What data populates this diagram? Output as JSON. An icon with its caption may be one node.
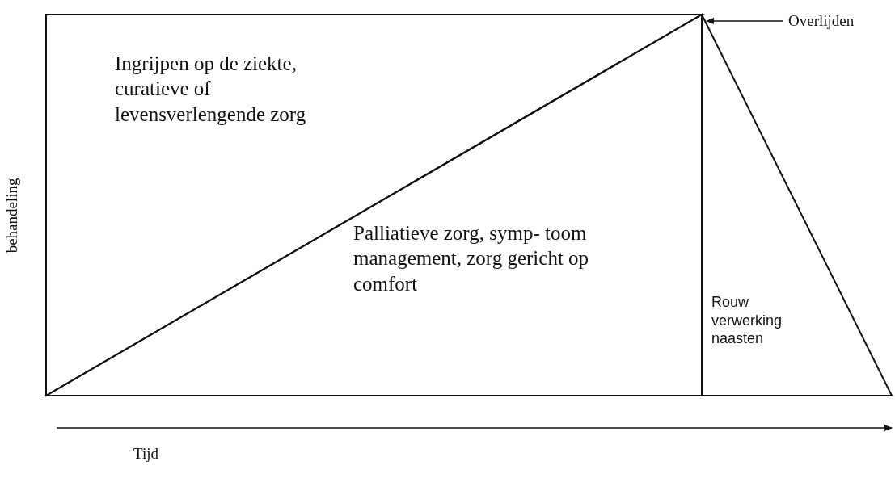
{
  "diagram": {
    "nodes": [
      {
        "text": [
          "Ingrijpen op de ziekte, curatieve of levensverlengende zorg"
        ]
      },
      {
        "text": [
          "Palliatieve zorg, symp- toom management, zorg gericht op comfort"
        ]
      },
      {
        "text": [
          "Rouw verwerking naasten"
        ]
      },
      {
        "text": [
          "Overlijden"
        ]
      }
    ],
    "edges": [
      {
        "from": 3,
        "to": 2,
        "arrow": "to"
      }
    ],
    "labels": [
      "behandeling",
      "Tijd"
    ]
  }
}
